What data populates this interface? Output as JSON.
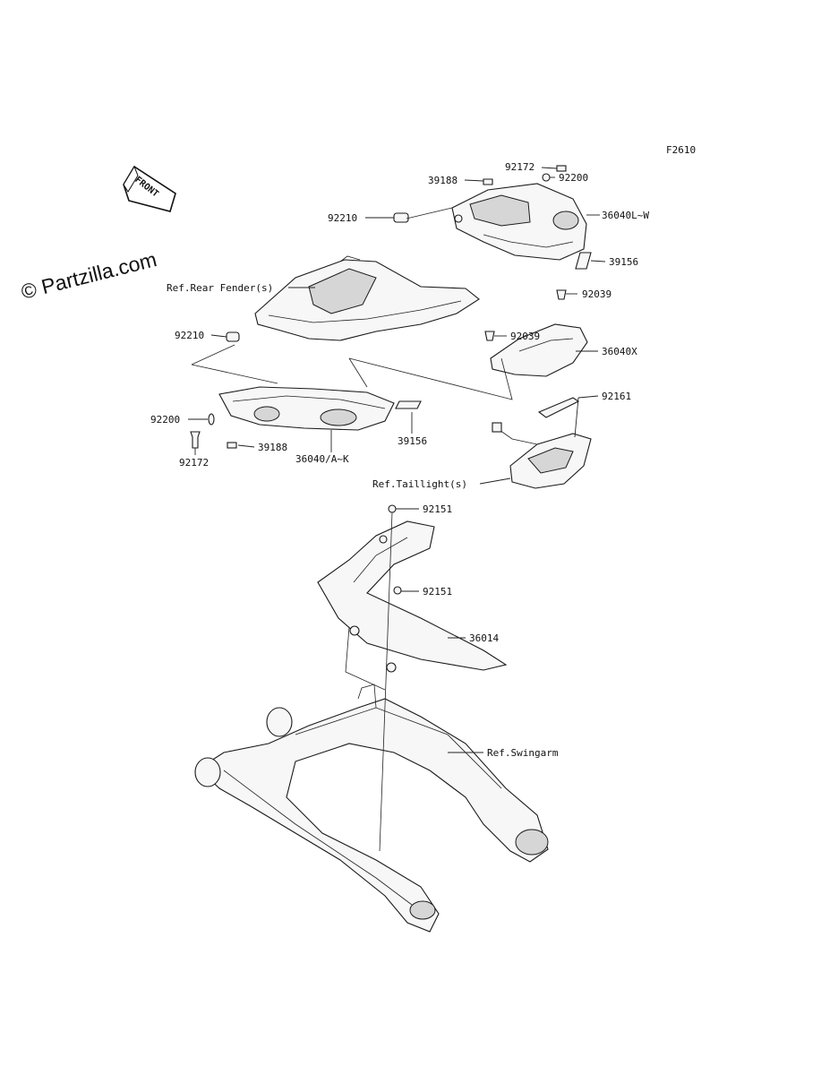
{
  "figure_code": "F2610",
  "watermark": "© Partzilla.com",
  "front_arrow": {
    "label": "FRONT",
    "icon": "front-arrow-icon"
  },
  "labels": {
    "p92172_top": "92172",
    "p92200_top": "92200",
    "p39188_top": "39188",
    "p92210_top": "92210",
    "p36040LW": "36040L~W",
    "p39156_right": "39156",
    "ref_rear_fender": "Ref.Rear Fender(s)",
    "p92039_top": "92039",
    "p92210_mid": "92210",
    "p92039_mid": "92039",
    "p36040X": "36040X",
    "p92161": "92161",
    "p92200_left": "92200",
    "p39156_left": "39156",
    "p92172_left": "92172",
    "p39188_left": "39188",
    "p36040AK": "36040/A~K",
    "ref_taillight": "Ref.Taillight(s)",
    "p92151_top": "92151",
    "p92151_mid": "92151",
    "p36014": "36014",
    "ref_swingarm": "Ref.Swingarm"
  }
}
